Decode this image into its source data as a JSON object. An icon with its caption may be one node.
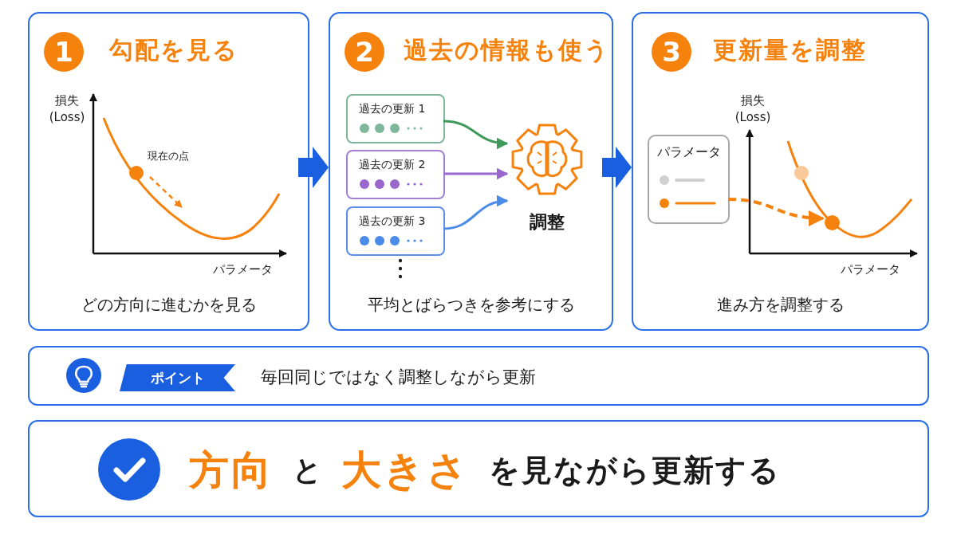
{
  "diagram": {
    "nodes": [
      {
        "text": [
          "勾配を見る",
          "どの方向に進むかを見る"
        ]
      },
      {
        "text": [
          "1"
        ],
        "in": 0
      },
      {
        "text": [
          "過去の情報も使う",
          "平均とばらつきを参考にする"
        ]
      },
      {
        "text": [
          "2"
        ],
        "in": 2
      },
      {
        "text": [
          "過去の更新 1"
        ],
        "in": 2
      },
      {
        "text": [
          "過去の更新 2"
        ],
        "in": 2
      },
      {
        "text": [
          "過去の更新 3"
        ],
        "in": 2
      },
      {
        "text": [
          "調整"
        ],
        "in": 2
      },
      {
        "text": [
          "更新量を調整",
          "進み方を調整する"
        ]
      },
      {
        "text": [
          "3"
        ],
        "in": 8
      },
      {
        "text": [
          "パラメータ"
        ],
        "in": 8
      },
      {
        "text": [
          "毎回同じではなく調整しながら更新"
        ]
      },
      {
        "text": [
          "ポイント"
        ],
        "in": 11
      },
      {
        "text": [
          "方向",
          "と",
          "大きさ",
          "を見ながら更新する"
        ]
      },
      {
        "text": [],
        "shape": "circle",
        "in": 8
      }
    ],
    "edges": [
      {
        "from": 0,
        "to": 2,
        "arrow": "to",
        "style": "thick"
      },
      {
        "from": 2,
        "to": 8,
        "arrow": "to",
        "style": "thick"
      },
      {
        "from": 4,
        "to": 7,
        "arrow": "to",
        "color": "#3f9a5a"
      },
      {
        "from": 5,
        "to": 7,
        "arrow": "to",
        "color": "#9a68cc"
      },
      {
        "from": 6,
        "to": 7,
        "arrow": "to",
        "color": "#4a8ae8"
      },
      {
        "from": 10,
        "to": 14,
        "arrow": "to",
        "style": "dashed",
        "color": "#f5820d"
      }
    ],
    "labels": [
      "損失 (Loss)",
      "現在の点",
      "パラメータ",
      "損失 (Loss)",
      "パラメータ"
    ]
  }
}
